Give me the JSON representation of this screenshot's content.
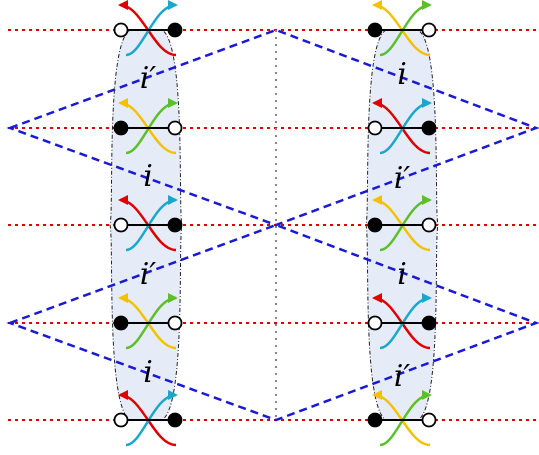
{
  "labels": {
    "left_1": "i′",
    "left_2": "i",
    "left_3": "i′",
    "left_4": "i",
    "right_1": "i",
    "right_2": "i′",
    "right_3": "i",
    "right_4": "i′"
  },
  "colors": {
    "horizontal_lines": "#e00000",
    "diamond": "#1a1ad6",
    "center_line": "#888888",
    "shading": "#e6ecf7",
    "shading_outline": "#222222",
    "strand_red": "#dd0000",
    "strand_cyan": "#1aa7cc",
    "strand_green": "#5cbf2a",
    "strand_yellow": "#f2c200"
  }
}
